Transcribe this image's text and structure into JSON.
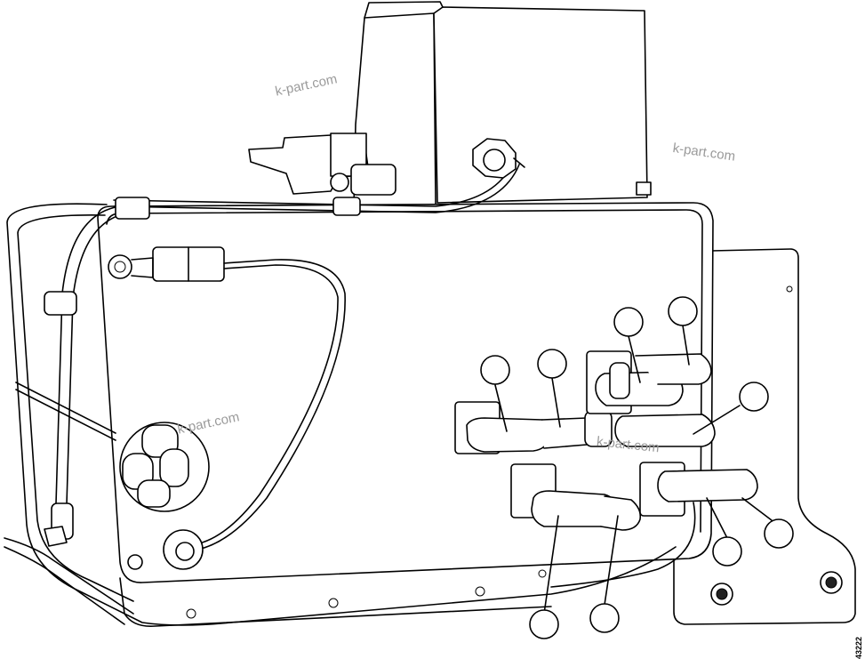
{
  "watermarks": [
    "k-part.com",
    "k-part.com",
    "k-part.com",
    "k-part.com"
  ],
  "figure_number": "43222",
  "callouts": [
    {
      "id": "callout-1"
    },
    {
      "id": "callout-2"
    },
    {
      "id": "callout-3"
    },
    {
      "id": "callout-4"
    },
    {
      "id": "callout-5"
    },
    {
      "id": "callout-6"
    },
    {
      "id": "callout-7"
    },
    {
      "id": "callout-8"
    },
    {
      "id": "callout-9"
    },
    {
      "id": "callout-10"
    },
    {
      "id": "callout-11"
    }
  ],
  "colors": {
    "line": "#000000",
    "background": "#ffffff",
    "watermark": "#9a9a9a"
  }
}
